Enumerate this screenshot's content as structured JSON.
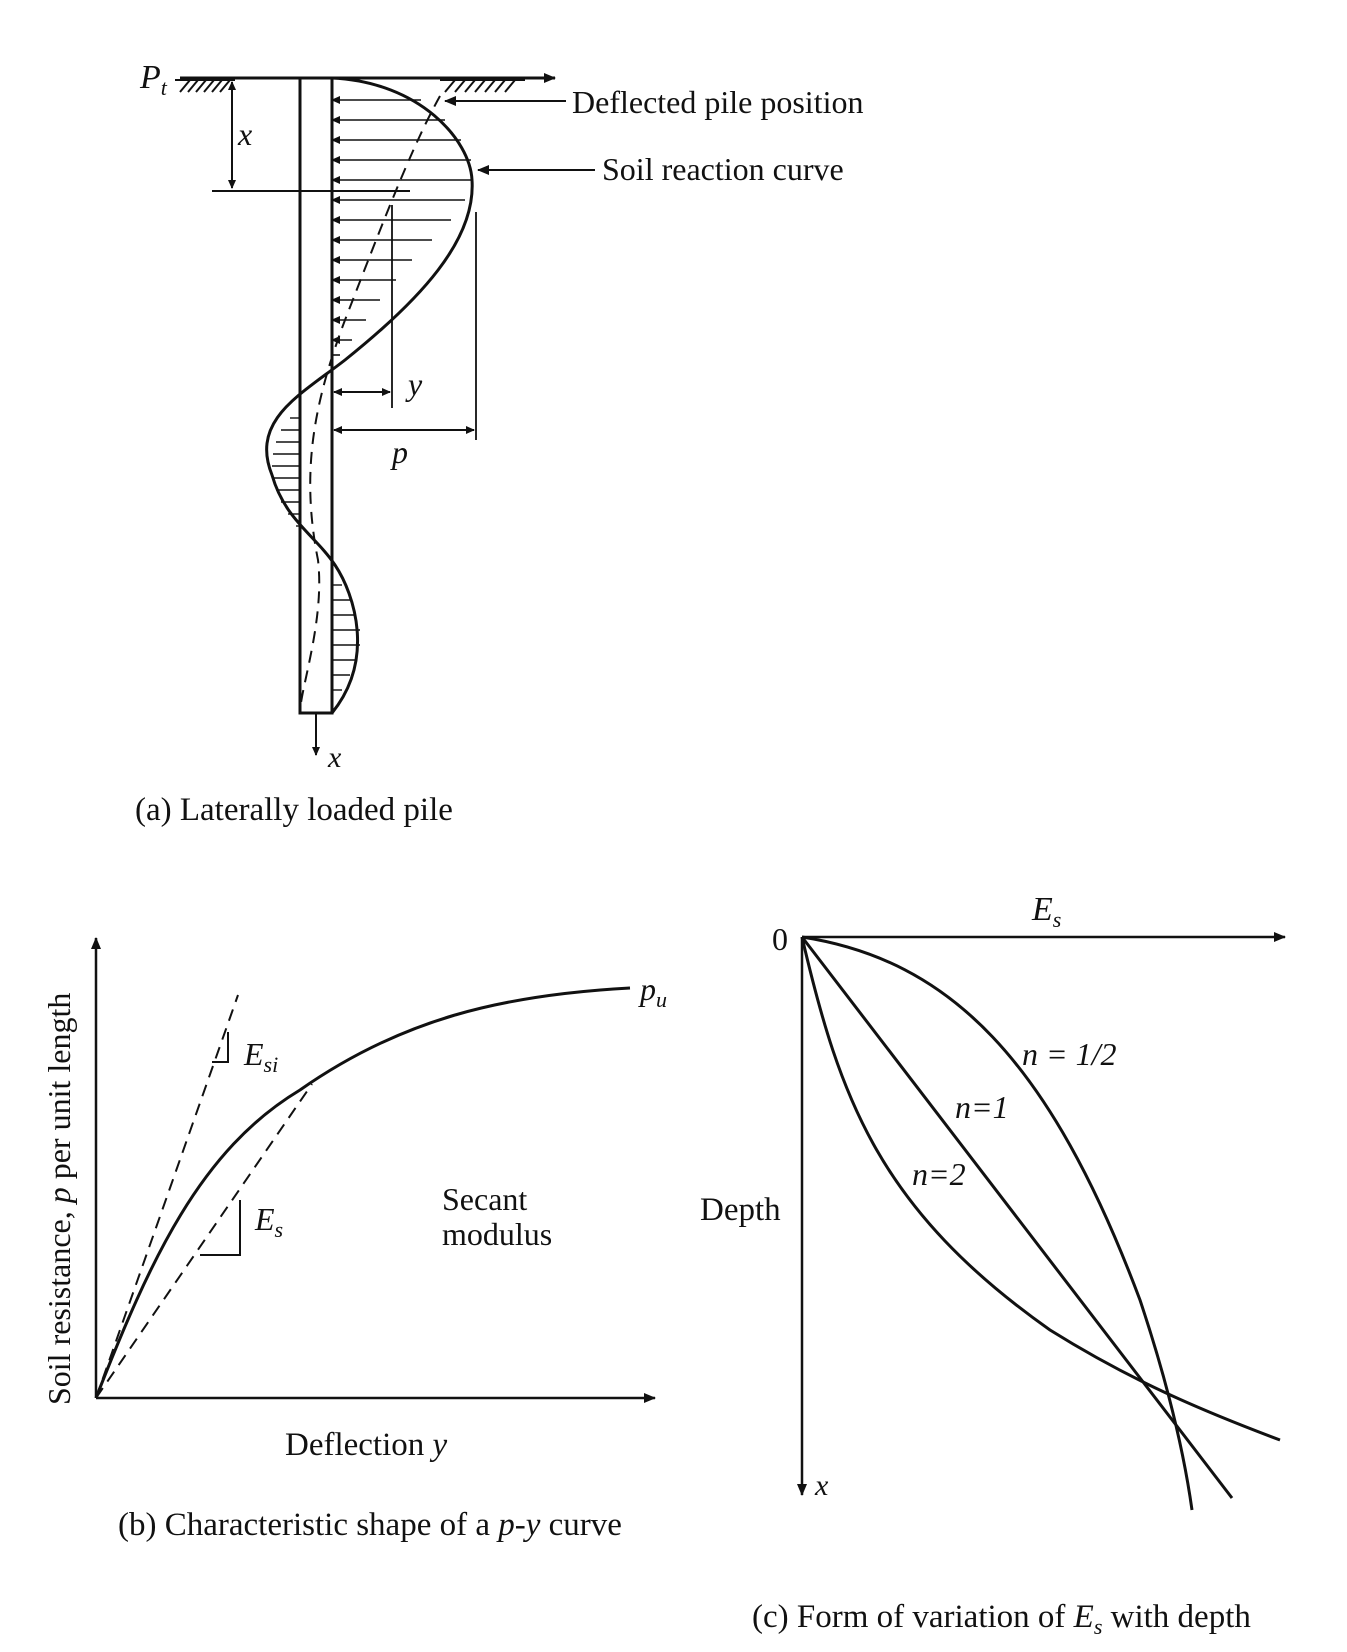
{
  "panel_a": {
    "caption": "(a) Laterally loaded pile",
    "load_label": "P",
    "load_sub": "t",
    "depth_label": "x",
    "axis_label": "x",
    "y_label": "y",
    "p_label": "p",
    "deflected_label": "Deflected pile position",
    "reaction_label": "Soil reaction curve"
  },
  "panel_b": {
    "caption_pre": "(b) Characteristic shape of a ",
    "caption_it": "p-y",
    "caption_post": " curve",
    "ylabel_pre": "Soil resistance, ",
    "ylabel_it": "p",
    "ylabel_post": " per unit length",
    "xlabel_pre": "Deflection ",
    "xlabel_it": "y",
    "pu": "p",
    "pu_sub": "u",
    "esi": "E",
    "esi_sub": "si",
    "es": "E",
    "es_sub": "s",
    "secant_line1": "Secant",
    "secant_line2": "modulus"
  },
  "panel_c": {
    "caption_pre": "(c) Form of variation of ",
    "caption_it": "E",
    "caption_sub": "s",
    "caption_post": " with depth",
    "top_label": "E",
    "top_sub": "s",
    "origin": "0",
    "depth": "Depth",
    "axis_x": "x",
    "n_half": "n = 1/2",
    "n_one": "n=1",
    "n_two": "n=2"
  }
}
